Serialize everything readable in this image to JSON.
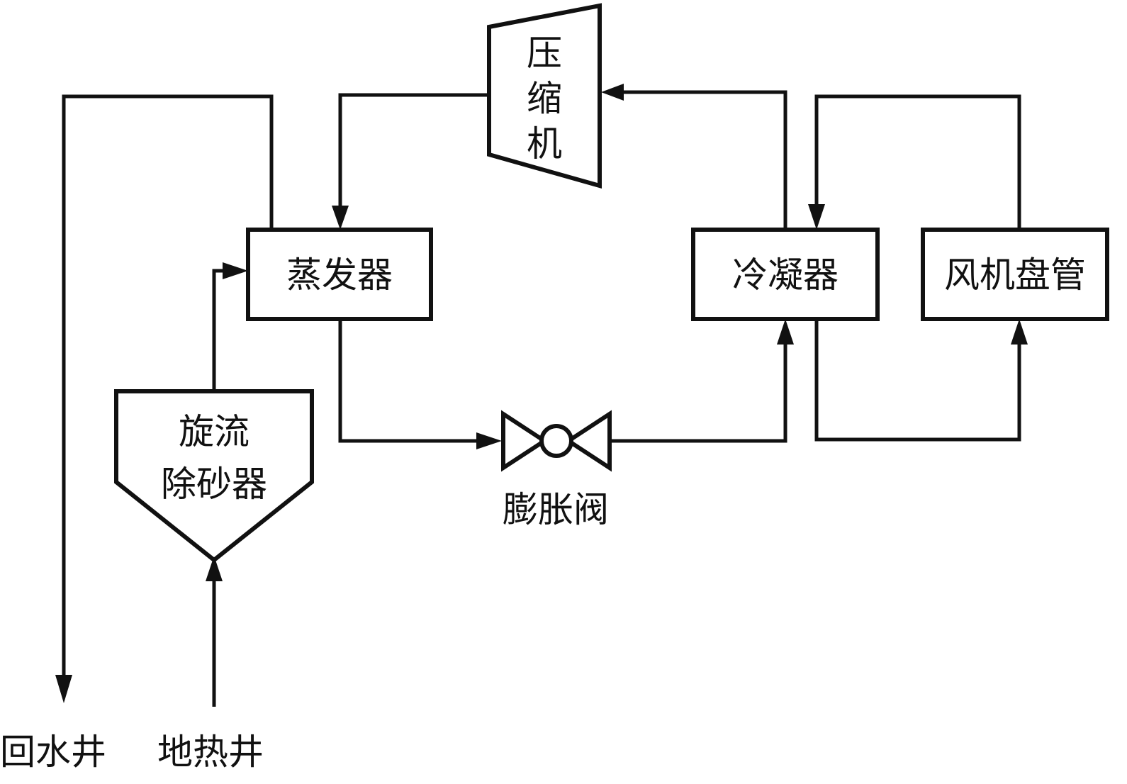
{
  "diagram": {
    "type": "heat-pump flow schematic",
    "components": {
      "compressor": {
        "label_lines": [
          "压",
          "缩",
          "机"
        ]
      },
      "evaporator": {
        "label": "蒸发器"
      },
      "condenser": {
        "label": "冷凝器"
      },
      "fan_coil": {
        "label": "风机盘管"
      },
      "expansion_valve": {
        "label": "膨胀阀"
      },
      "desander": {
        "label_lines": [
          "旋流",
          "除砂器"
        ]
      }
    },
    "wells": {
      "return_well": "回水井",
      "geothermal_well": "地热井"
    },
    "colors": {
      "line": "#111111",
      "background": "#ffffff"
    },
    "flows": [
      {
        "from": "地热井",
        "to": "旋流除砂器"
      },
      {
        "from": "旋流除砂器",
        "to": "蒸发器"
      },
      {
        "from": "蒸发器",
        "to": "回水井"
      },
      {
        "from": "压缩机",
        "to": "蒸发器"
      },
      {
        "from": "蒸发器",
        "to": "膨胀阀"
      },
      {
        "from": "膨胀阀",
        "to": "冷凝器"
      },
      {
        "from": "冷凝器",
        "to": "压缩机"
      },
      {
        "from": "风机盘管",
        "to": "冷凝器"
      },
      {
        "from": "冷凝器",
        "to": "风机盘管"
      }
    ]
  }
}
